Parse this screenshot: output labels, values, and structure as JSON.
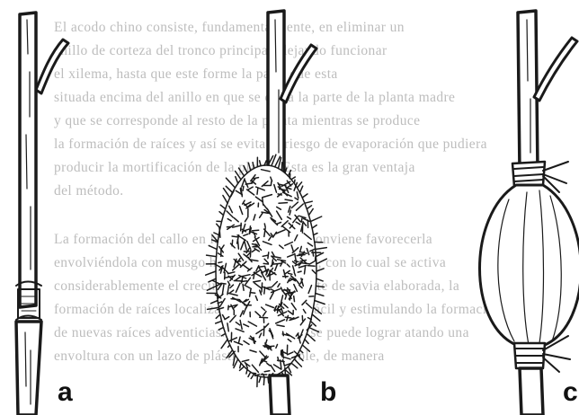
{
  "background_text": {
    "lines": [
      "El acodo chino consiste, fundamentalmente, en eliminar un",
      "anillo de corteza del tronco principal, dejando funcionar",
      "el xilema, hasta que este forme la parte que esta",
      "situada encima del anillo en que se corta la parte de la planta madre",
      "y que se corresponde al resto de la planta mientras se produce",
      "la formación de raíces y así se evita el riesgo de evaporación que pudiera",
      "producir la mortificación de la planta. Esta es la gran ventaja",
      "del método.",
      "",
      "La formación del callo en la parte anillada conviene favorecerla",
      "envolviéndola con musgo hasta su enraizado, con lo cual se activa",
      "considerablemente el crecimiento dependiente de savia elaborada, la",
      "formación de raíces localizadas de manera fácil y estimulando la formación",
      "de nuevas raíces adventicias. Esto también se puede lograr atando una",
      "envoltura con un lazo de plástico irrompible, de manera"
    ]
  },
  "figures": [
    {
      "id": "a",
      "label": "a"
    },
    {
      "id": "b",
      "label": "b"
    },
    {
      "id": "c",
      "label": "c"
    }
  ]
}
